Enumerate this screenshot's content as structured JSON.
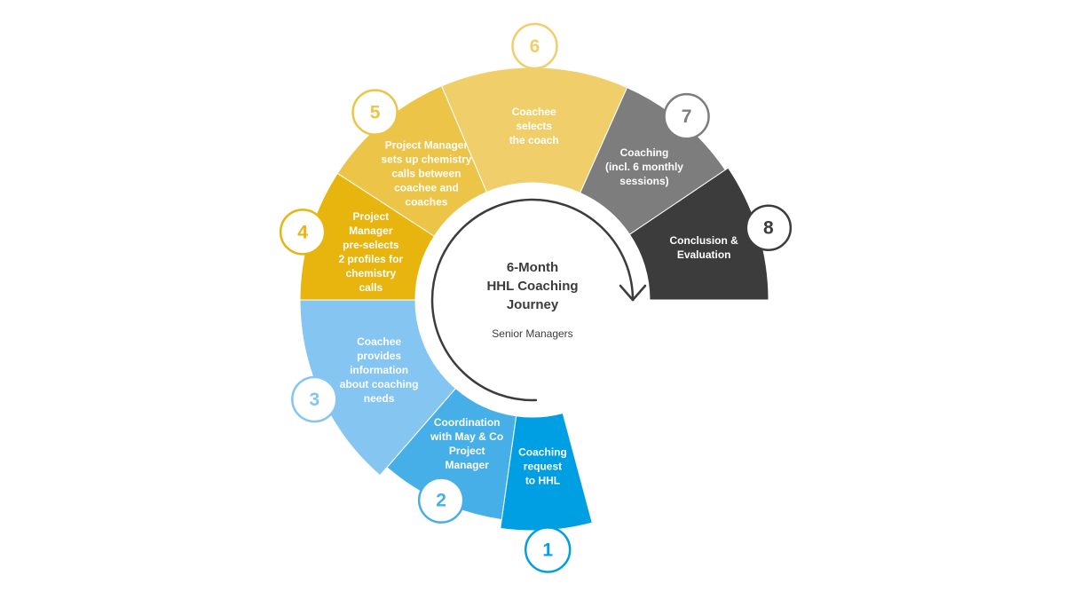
{
  "center": {
    "title_lines": [
      "6-Month",
      "HHL Coaching",
      "Journey"
    ],
    "subtitle": "Senior Managers"
  },
  "steps": [
    {
      "number": "1",
      "color": "#009fe3",
      "label_lines": [
        "Coaching",
        "request",
        "to HHL"
      ]
    },
    {
      "number": "2",
      "color": "#46afe8",
      "label_lines": [
        "Coordination",
        "with May & Co",
        "Project",
        "Manager"
      ]
    },
    {
      "number": "3",
      "color": "#85c5f1",
      "label_lines": [
        "Coachee",
        "provides",
        "information",
        "about coaching",
        "needs"
      ]
    },
    {
      "number": "4",
      "color": "#e8b40e",
      "label_lines": [
        "Project",
        "Manager",
        "pre-selects",
        "2 profiles for",
        "chemistry",
        "calls"
      ]
    },
    {
      "number": "5",
      "color": "#ecc548",
      "label_lines": [
        "Project Manager",
        "sets up chemistry",
        "calls between",
        "coachee and",
        "coaches"
      ]
    },
    {
      "number": "6",
      "color": "#f0cf6a",
      "label_lines": [
        "Coachee",
        "selects",
        "the coach"
      ]
    },
    {
      "number": "7",
      "color": "#7d7d7d",
      "label_lines": [
        "Coaching",
        "(incl. 6 monthly",
        "sessions)"
      ]
    },
    {
      "number": "8",
      "color": "#3c3c3c",
      "label_lines": [
        "Conclusion &",
        "Evaluation"
      ]
    }
  ],
  "arrow_color": "#3c3c3c"
}
